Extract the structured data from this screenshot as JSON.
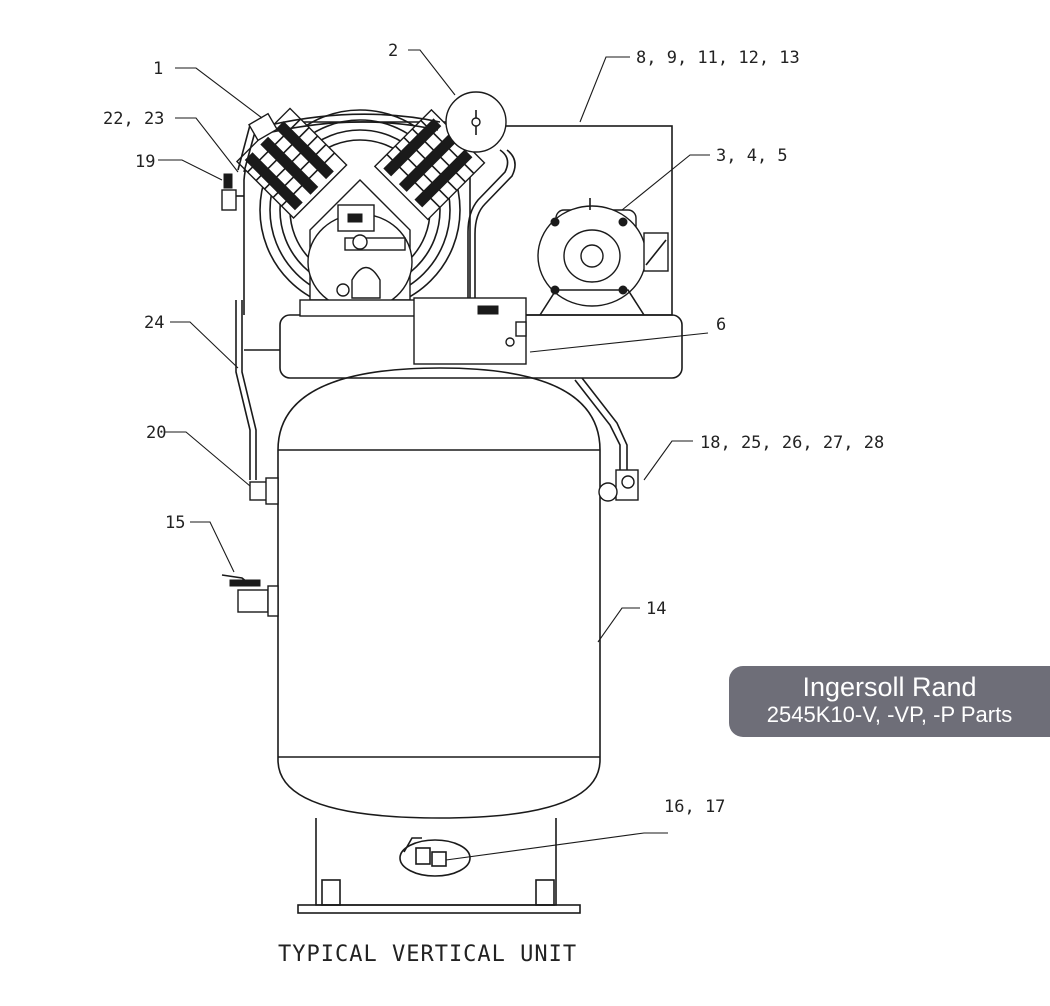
{
  "callouts": {
    "c1": "1",
    "c2": "2",
    "c3": "8, 9, 11, 12, 13",
    "c4": "22, 23",
    "c5": "19",
    "c6": "3, 4, 5",
    "c7": "24",
    "c8": "6",
    "c9": "20",
    "c10": "18, 25, 26, 27, 28",
    "c11": "15",
    "c12": "14",
    "c13": "16, 17"
  },
  "caption": "TYPICAL VERTICAL UNIT",
  "badge": {
    "brand": "Ingersoll Rand",
    "model": "2545K10-V, -VP, -P Parts"
  }
}
